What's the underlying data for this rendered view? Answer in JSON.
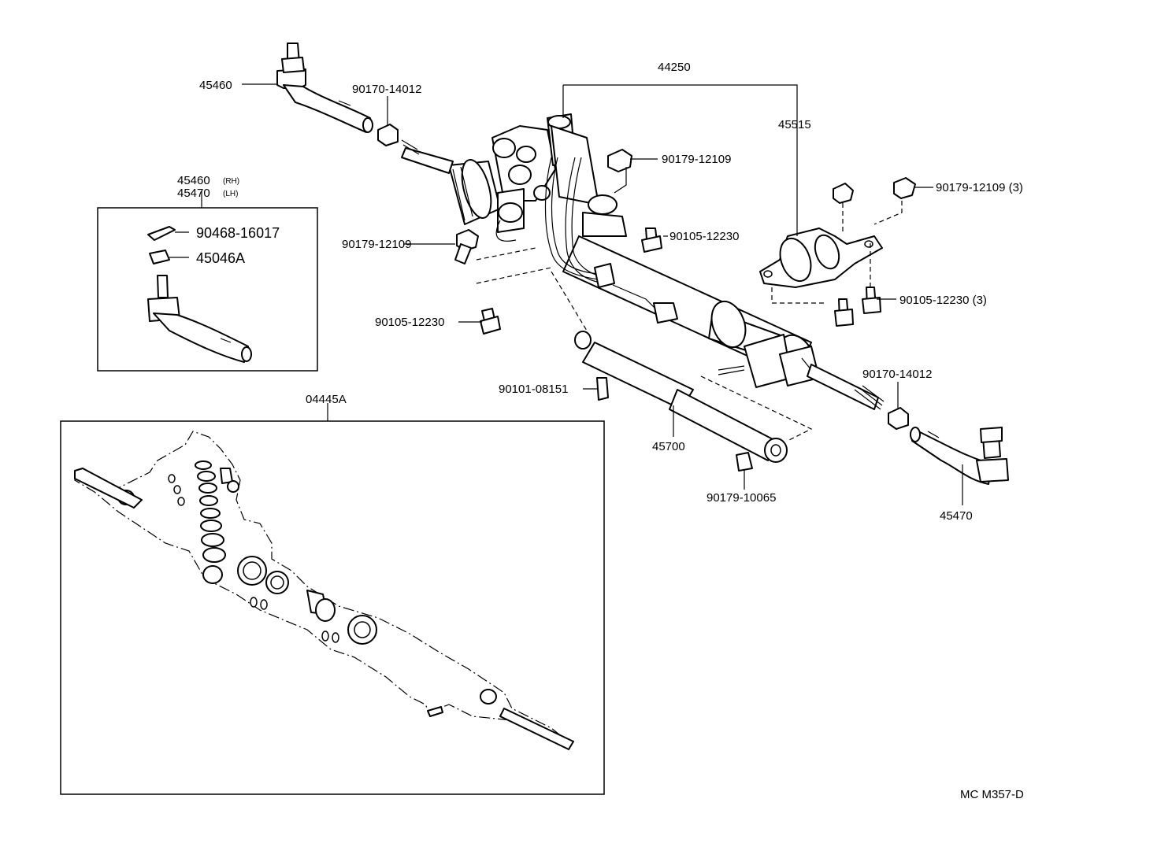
{
  "diagram_id": "MC M357-D",
  "labels": {
    "assy": "44250",
    "bracket": "45515",
    "tie_end_left": "45460",
    "tie_end_right": "45470",
    "nut_left": "90170-14012",
    "nut_right": "90170-14012",
    "bolt_top_center": "90179-12109",
    "bolt_left": "90179-12109",
    "bolt_top_right": "90179-12109 (3)",
    "screw_center": "90105-12230",
    "screw_left": "90105-12230",
    "screw_right": "90105-12230 (3)",
    "plug": "90101-08151",
    "tube": "45700",
    "grommet": "90179-10065",
    "gasket_kit": "04445A"
  },
  "inset": {
    "title_rh_part": "45460",
    "title_rh_tag": "(RH)",
    "title_lh_part": "45470",
    "title_lh_tag": "(LH)",
    "pin": "90468-16017",
    "castle_nut": "45046A"
  }
}
